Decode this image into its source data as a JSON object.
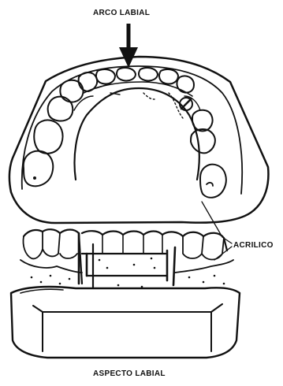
{
  "labels": {
    "top": "ARCO LABIAL",
    "side": "ACRILICO",
    "bottom": "ASPECTO LABIAL"
  }
}
